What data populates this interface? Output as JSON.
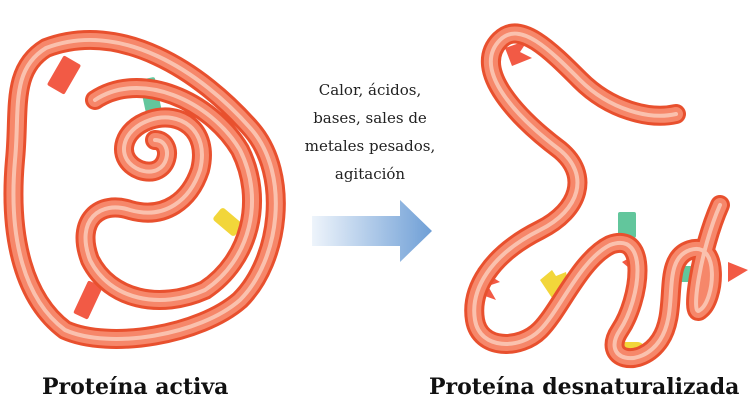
{
  "conditions": {
    "lines": [
      "Calor, ácidos,",
      "bases, sales de",
      "metales pesados,",
      "agitación"
    ]
  },
  "captions": {
    "active": "Proteína activa",
    "denatured": "Proteína desnaturalizada"
  },
  "colors": {
    "strand_fill": "#f6876a",
    "strand_edge": "#e8502e",
    "strand_highlight": "#fbc8b6",
    "tag_red": "#f25a45",
    "tag_green": "#62c69c",
    "tag_yellow": "#f2d63a",
    "arrow_start": "#eef4fb",
    "arrow_end": "#6f9fd6"
  }
}
